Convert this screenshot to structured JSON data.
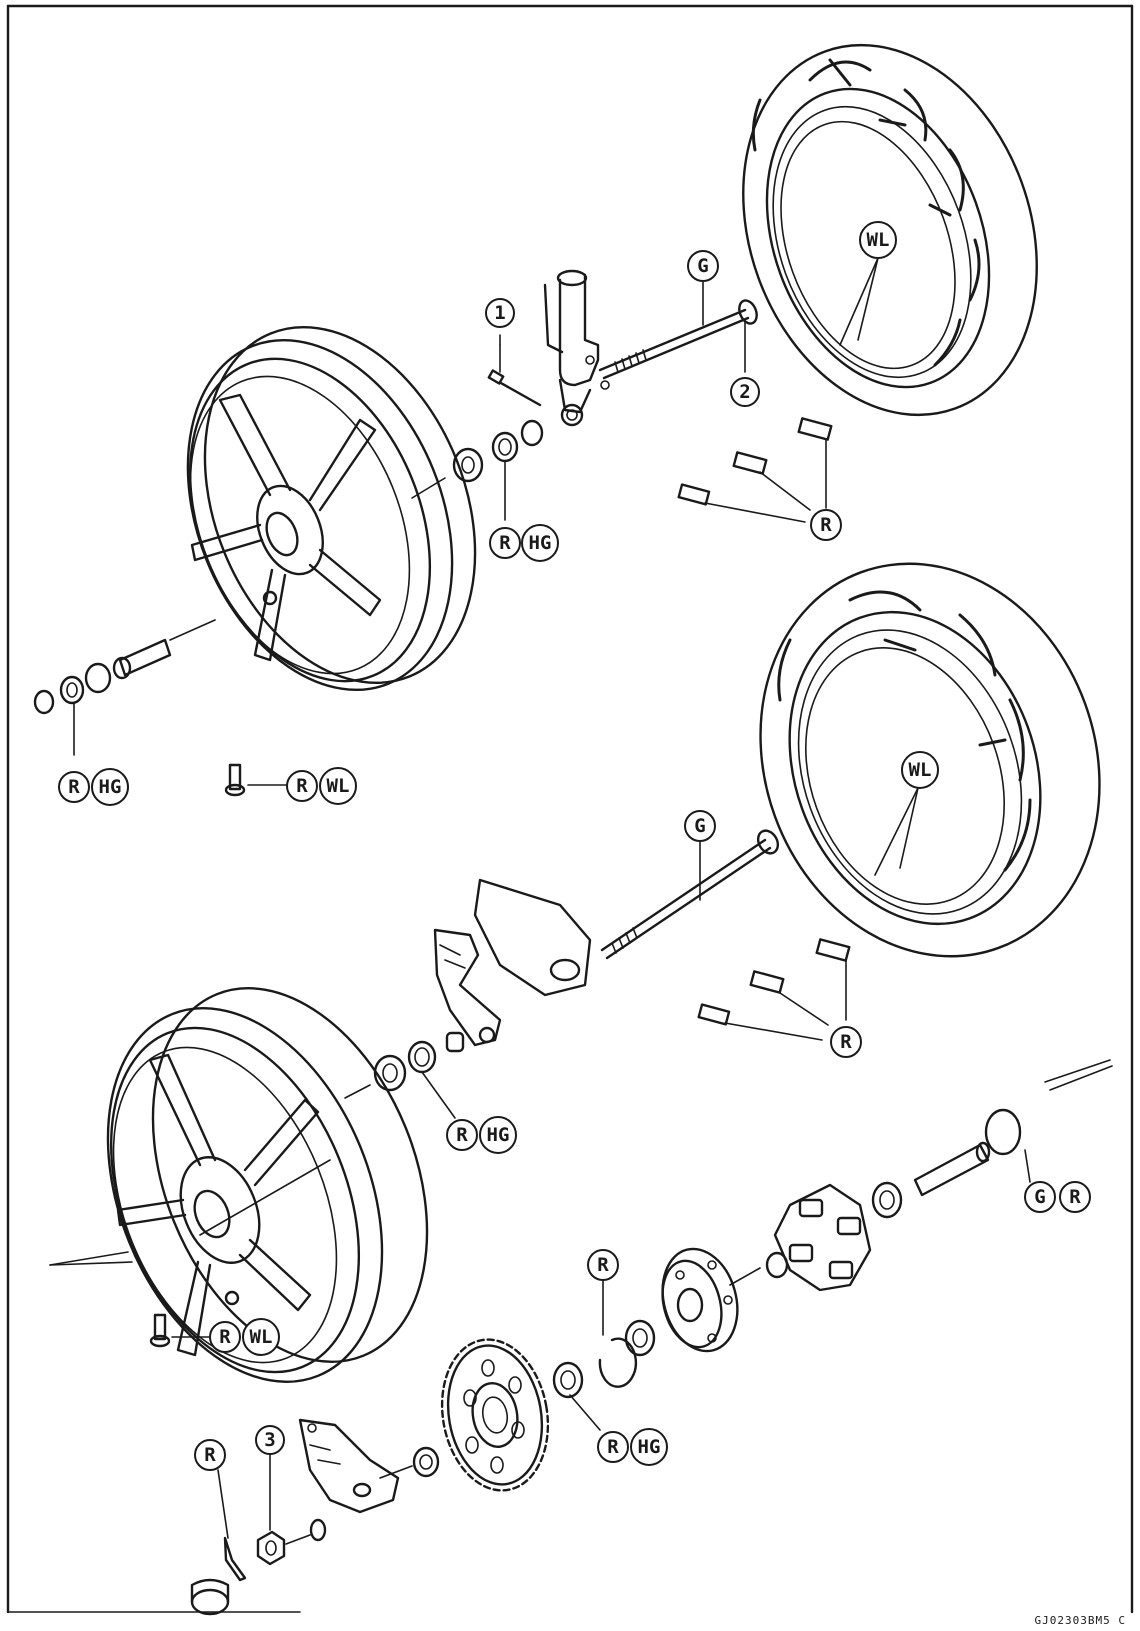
{
  "labels": {
    "part_1": "1",
    "part_2": "2",
    "part_3": "3",
    "grease": "G",
    "replace": "R",
    "high_temp_grease": "HG",
    "wheel_lube": "WL"
  },
  "reference_code": "GJ02303BM5 C"
}
